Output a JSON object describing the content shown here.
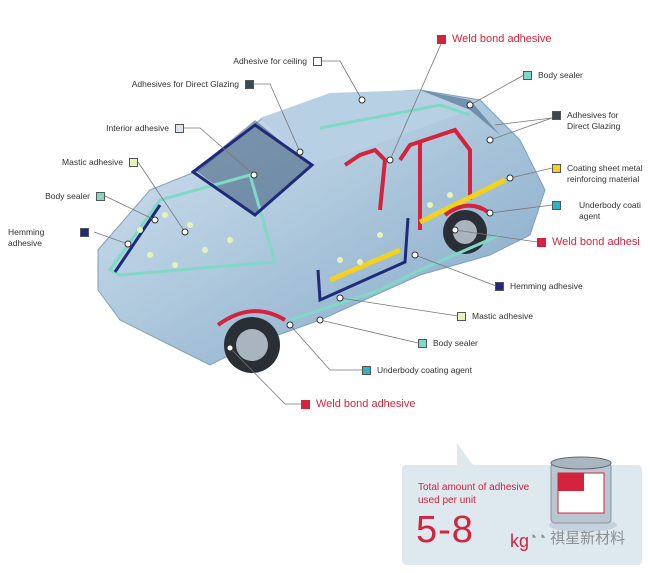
{
  "colors": {
    "weld": "#d4233d",
    "hemming": "#1f2a7a",
    "sealer": "#7fd9c6",
    "mastic": "#e6f3b8",
    "ceiling": "#ffffff",
    "interior": "#dde6ee",
    "glazing": "#3b4856",
    "coating": "#f2d21a",
    "underbody": "#2eb2cc"
  },
  "labels": {
    "weld_top": "Weld bond adhesive",
    "ceiling": "Adhesive for ceiling",
    "glazing_left": "Adhesives for Direct Glazing",
    "interior": "Interior adhesive",
    "mastic_left": "Mastic adhesive",
    "sealer_left": "Body sealer",
    "hemming_left": "Hemming\nadhesive",
    "sealer_right": "Body sealer",
    "glazing_right": "Adhesives for\nDirect Glazing",
    "coating": "Coating sheet metal\nreinforcing material",
    "underbody_right": "Underbody coati\nagent",
    "weld_right": "Weld bond adhesi",
    "hemming_bottom": "Hemming adhesive",
    "mastic_bottom": "Mastic adhesive",
    "sealer_bottom": "Body sealer",
    "underbody_bottom": "Underbody coating agent",
    "weld_bottom": "Weld bond adhesive"
  },
  "summary": {
    "title": "Total amount of adhesive\nused per unit",
    "value": "5-8",
    "unit": "kg"
  },
  "watermark": "祺星新材料"
}
